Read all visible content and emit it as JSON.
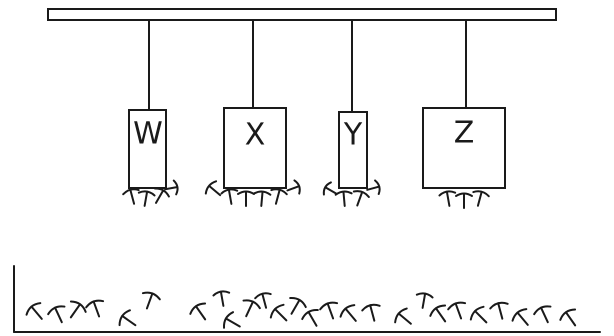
{
  "diagram": {
    "bar_color": "#1a1a1a",
    "blocks": [
      {
        "id": "W",
        "label": "W",
        "attached_tacks": 4
      },
      {
        "id": "X",
        "label": "X",
        "attached_tacks": 6
      },
      {
        "id": "Y",
        "label": "Y",
        "attached_tacks": 4
      },
      {
        "id": "Z",
        "label": "Z",
        "attached_tacks": 3
      }
    ],
    "table_tacks_icon": "thumbtack-icon"
  }
}
